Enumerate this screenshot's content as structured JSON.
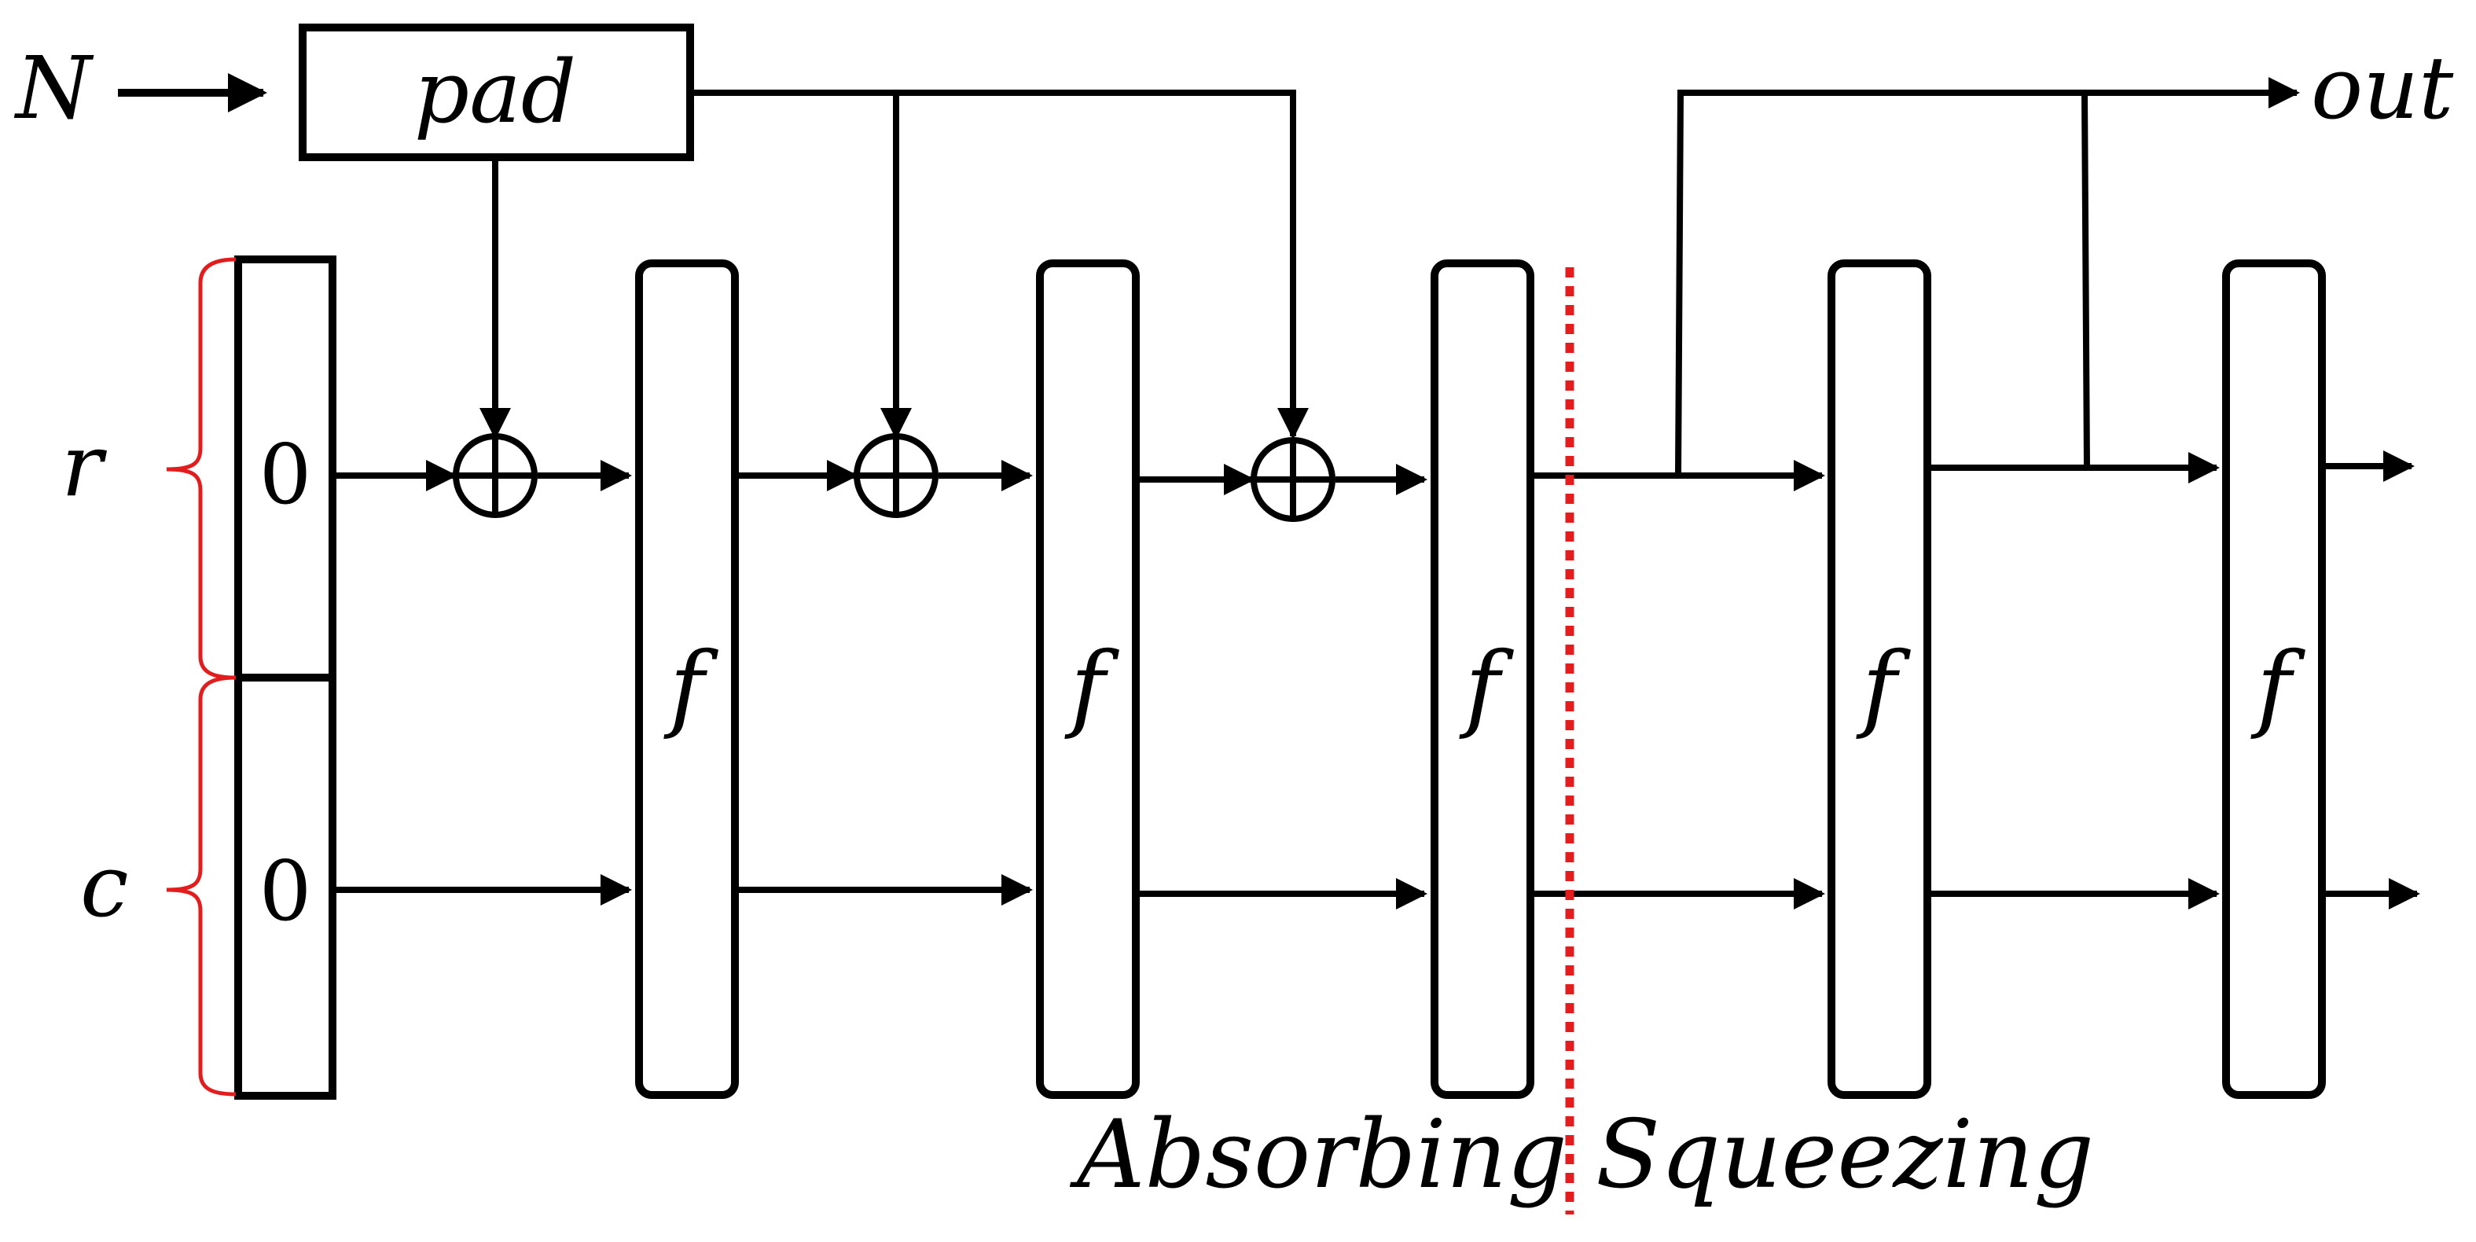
{
  "input": {
    "label": "N"
  },
  "pad": {
    "label": "pad"
  },
  "output": {
    "label": "out"
  },
  "braces": {
    "rate_label": "r",
    "capacity_label": "c",
    "color": "#e31d1d"
  },
  "state": {
    "top_value": "0",
    "bottom_value": "0"
  },
  "permutations": [
    {
      "label": "f"
    },
    {
      "label": "f"
    },
    {
      "label": "f"
    },
    {
      "label": "f"
    },
    {
      "label": "f"
    }
  ],
  "xor_count": 3,
  "phases": {
    "absorbing": "Absorbing",
    "squeezing": "Squeezing",
    "divider_color": "#e31d1d"
  }
}
